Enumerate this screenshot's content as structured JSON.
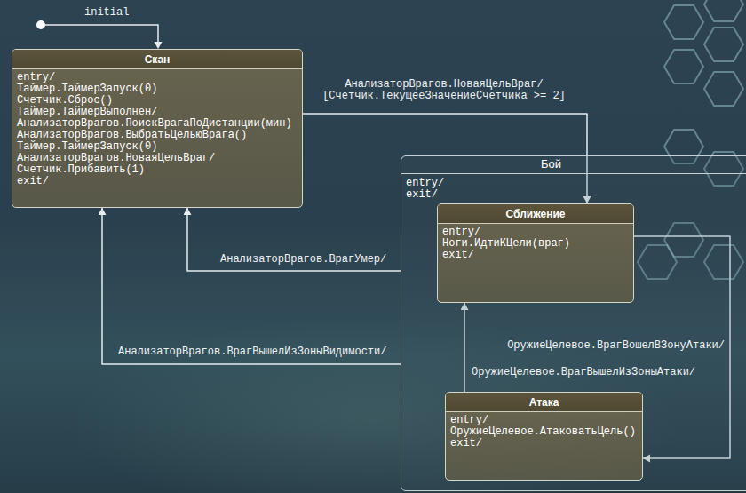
{
  "diagram": {
    "nodes": [
      {
        "text": [
          "Скан",
          "entry/",
          "Таймер.ТаймерЗапуск(0)",
          "Счетчик.Сброс()",
          "Таймер.ТаймерВыполнен/",
          "АнализаторВрагов.ПоискВрагаПоДистанции(мин)",
          "АнализаторВрагов.ВыбратьЦельюВрага()",
          "Таймер.ТаймерЗапуск(0)",
          "АнализаторВрагов.НоваяЦельВраг/",
          "Счетчик.Прибавить(1)",
          "exit/"
        ]
      },
      {
        "text": [
          "Бой",
          "entry/",
          "exit/"
        ]
      },
      {
        "text": [
          "Сближение",
          "entry/",
          "Ноги.ИдтиКЦели(враг)",
          "exit/"
        ],
        "in": 1
      },
      {
        "text": [
          "Атака",
          "entry/",
          "ОружиеЦелевое.АтаковатьЦель()",
          "exit/"
        ],
        "in": 1
      }
    ],
    "edges": [
      {
        "from": 0,
        "to": 2,
        "arrow": "to",
        "label": "АнализаторВрагов.НоваяЦельВраг/ [Счетчик.ТекущееЗначениеСчетчика >= 2]"
      },
      {
        "from": 1,
        "to": 0,
        "arrow": "to",
        "label": "АнализаторВрагов.ВрагУмер/"
      },
      {
        "from": 1,
        "to": 0,
        "arrow": "to",
        "label": "АнализаторВрагов.ВрагВышелИзЗоныВидимости/"
      },
      {
        "from": 2,
        "to": 3,
        "arrow": "to",
        "label": "ОружиеЦелевое.ВрагВошелВЗонуАтаки/"
      },
      {
        "from": 3,
        "to": 2,
        "arrow": "to",
        "label": "ОружиеЦелевое.ВрагВышелИзЗоныАтаки/"
      }
    ],
    "labels": [
      "initial"
    ]
  }
}
